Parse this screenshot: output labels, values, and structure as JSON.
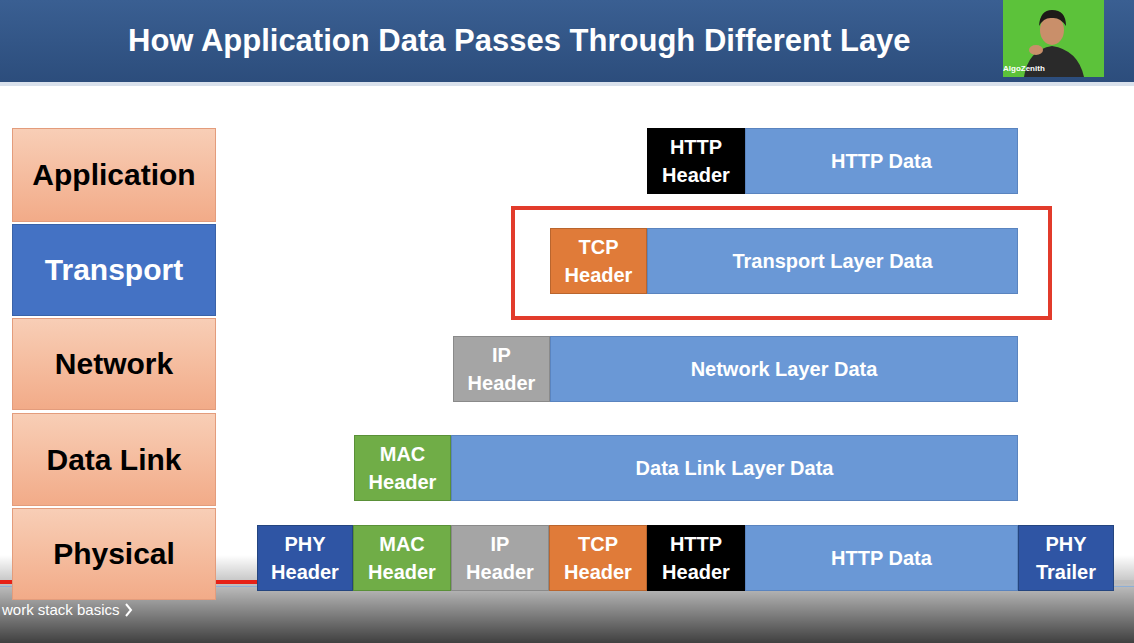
{
  "diagram": {
    "title": "How Application Data Passes Through Different Laye",
    "nodes": [
      {
        "text": [
          "Application"
        ]
      },
      {
        "text": [
          "HTTP Header"
        ]
      },
      {
        "text": [
          "HTTP Data"
        ]
      },
      {
        "text": [
          "Transport"
        ]
      },
      {
        "text": [
          "TCP Header"
        ]
      },
      {
        "text": [
          "Transport Layer Data"
        ]
      },
      {
        "text": [
          "Network"
        ]
      },
      {
        "text": [
          "IP Header"
        ]
      },
      {
        "text": [
          "Network Layer Data"
        ]
      },
      {
        "text": [
          "Data Link"
        ]
      },
      {
        "text": [
          "MAC Header"
        ]
      },
      {
        "text": [
          "Data Link Layer Data"
        ]
      },
      {
        "text": [
          "Physical"
        ]
      },
      {
        "text": [
          "PHY Header"
        ]
      },
      {
        "text": [
          "MAC Header"
        ]
      },
      {
        "text": [
          "IP Header"
        ]
      },
      {
        "text": [
          "TCP Header"
        ]
      },
      {
        "text": [
          "HTTP Header"
        ]
      },
      {
        "text": [
          "HTTP Data"
        ]
      },
      {
        "text": [
          "PHY Trailer"
        ]
      }
    ],
    "labels": [
      "AlgoZenith",
      "work stack basics"
    ]
  }
}
